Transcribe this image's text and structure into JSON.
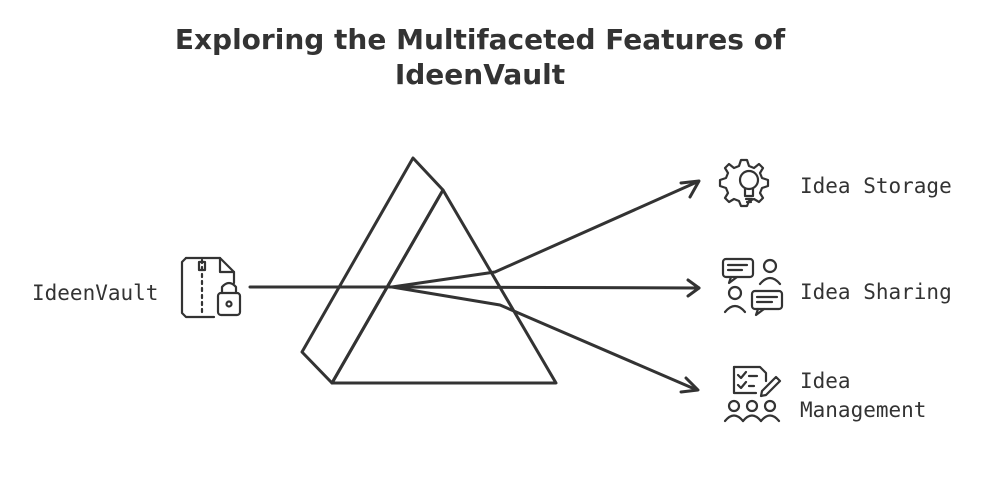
{
  "title": {
    "line1": "Exploring the Multifaceted Features of",
    "line2": "IdeenVault"
  },
  "source": {
    "label": "IdeenVault",
    "icon": "locked-file-icon"
  },
  "outputs": [
    {
      "label": "Idea Storage",
      "icon": "lightbulb-gear-icon"
    },
    {
      "label": "Idea Sharing",
      "icon": "chat-people-icon"
    },
    {
      "label_line1": "Idea",
      "label_line2": "Management",
      "icon": "checklist-team-icon"
    }
  ],
  "colors": {
    "stroke": "#333333",
    "background": "#ffffff"
  }
}
